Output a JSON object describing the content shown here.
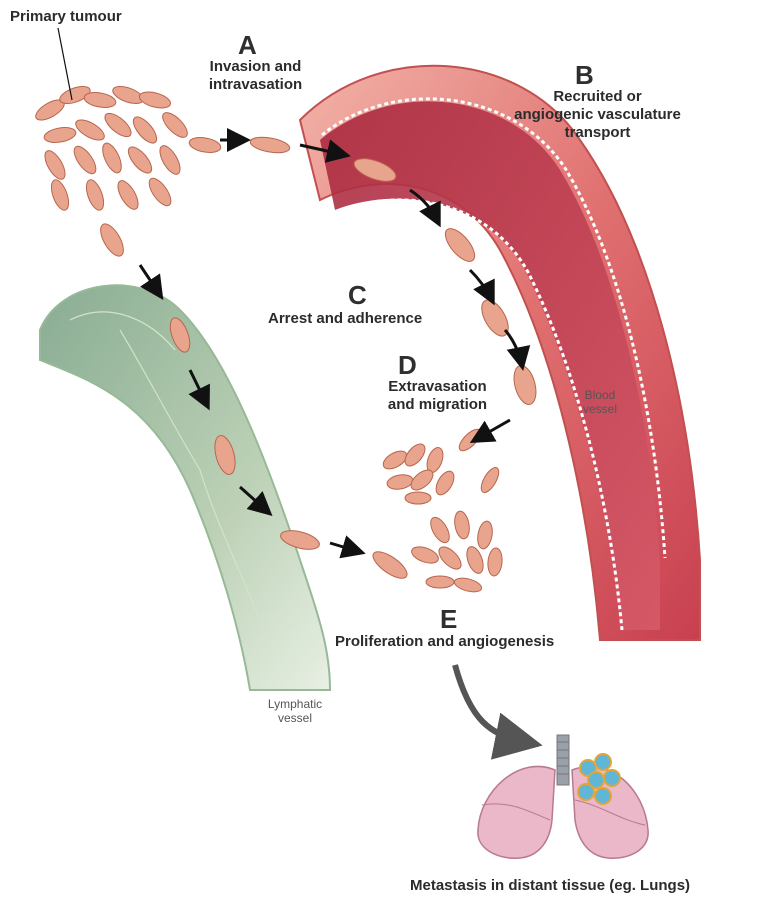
{
  "labels": {
    "primary_tumour": "Primary tumour",
    "stages": [
      {
        "letter": "A",
        "line1": "Invasion and",
        "line2": "intravasation"
      },
      {
        "letter": "B",
        "line1": "Recruited or",
        "line2": "angiogenic vasculature",
        "line3": "transport"
      },
      {
        "letter": "C",
        "line1": "Arrest and adherence"
      },
      {
        "letter": "D",
        "line1": "Extravasation",
        "line2": "and migration"
      },
      {
        "letter": "E",
        "line1": "Proliferation and angiogenesis"
      }
    ],
    "blood_vessel": {
      "line1": "Blood",
      "line2": "vessel"
    },
    "lymphatic_vessel": {
      "line1": "Lymphatic",
      "line2": "vessel"
    },
    "caption": "Metastasis in distant tissue (eg. Lungs)"
  },
  "colors": {
    "cell_fill": "#e8a48c",
    "cell_stroke": "#b8654d",
    "vessel_red": "#d85a5a",
    "vessel_inner": "#b8334a",
    "lymph_green": "#9cbc98",
    "lung_pink": "#eab8c8",
    "metastasis_blue": "#5fb6d6"
  }
}
